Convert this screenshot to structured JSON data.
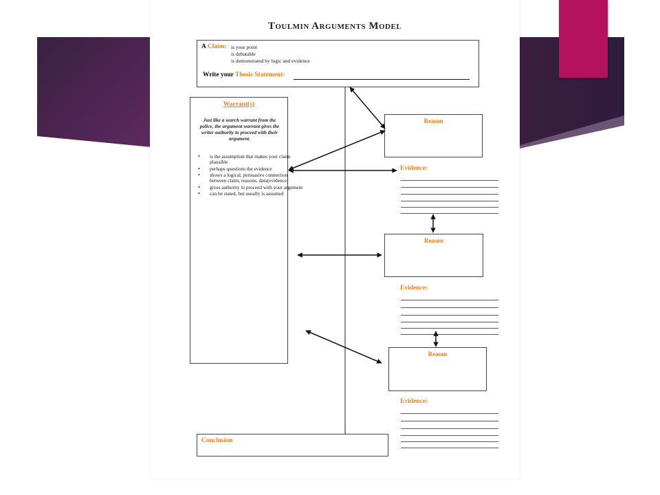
{
  "slide": {
    "colors": {
      "band": "#4e2553",
      "accent": "#b4125e",
      "label": "#e8801f"
    }
  },
  "doc": {
    "title": "Toulmin Arguments Model",
    "claim": {
      "prefix": "A",
      "label": "Claim:",
      "lines": [
        "is your point",
        "is debatable",
        "is demonstrated by logic and evidence"
      ],
      "thesis_prefix": "Write your",
      "thesis_label": "Thesis Statement:"
    },
    "warrant": {
      "title": "Warrant(s)",
      "description": "Just like a search warrant from the police, the argument warrant gives the writer authority to proceed with their argument.",
      "items": [
        "is the assumption that makes your claim plausible",
        "perhaps questions the evidence",
        "shows a logical, persuasive connection between claim, reasons, data(evidence)",
        "gives authority to proceed with your argument",
        "can be stated, but usually is assumed"
      ]
    },
    "reasons": [
      {
        "label": "Reason",
        "evidence_label": "Evidence:"
      },
      {
        "label": "Reason",
        "evidence_label": "Evidence:"
      },
      {
        "label": "Reason",
        "evidence_label": "Evidence:"
      }
    ],
    "conclusion": {
      "label": "Conclusion"
    }
  }
}
